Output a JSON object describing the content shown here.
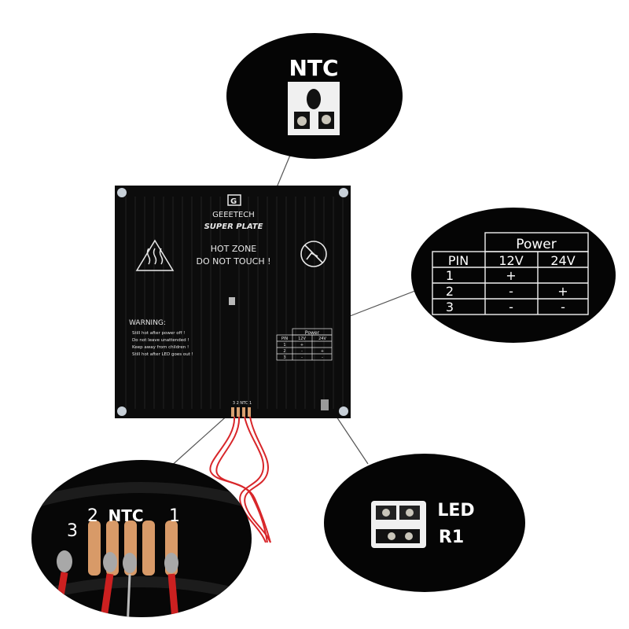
{
  "plate": {
    "brand": "GEEETECH",
    "model": "SUPER PLATE",
    "hot_zone": "HOT ZONE",
    "do_not_touch": "DO NOT TOUCH !",
    "warning_title": "WARNING:",
    "warning_lines": [
      "Still hot after power off !",
      "Do not leave unattended !",
      "Keep away from children !",
      "Still hot after LED goes out !"
    ],
    "connector_label": "3 2 NTC 1",
    "colors": {
      "board": "#0c0c0c",
      "silkscreen": "#e8e8e8",
      "wire": "#d8262a"
    }
  },
  "power_table": {
    "title": "Power",
    "headers": [
      "PIN",
      "12V",
      "24V"
    ],
    "rows": [
      {
        "pin": "1",
        "v12": "+",
        "v24": ""
      },
      {
        "pin": "2",
        "v12": "-",
        "v24": "+"
      },
      {
        "pin": "3",
        "v12": "-",
        "v24": "-"
      }
    ]
  },
  "callouts": {
    "ntc": {
      "label": "NTC"
    },
    "connector": {
      "label3": "3",
      "label2": "2",
      "labelntc": "NTC",
      "label1": "1"
    },
    "led": {
      "label_led": "LED",
      "label_r1": "R1"
    }
  }
}
